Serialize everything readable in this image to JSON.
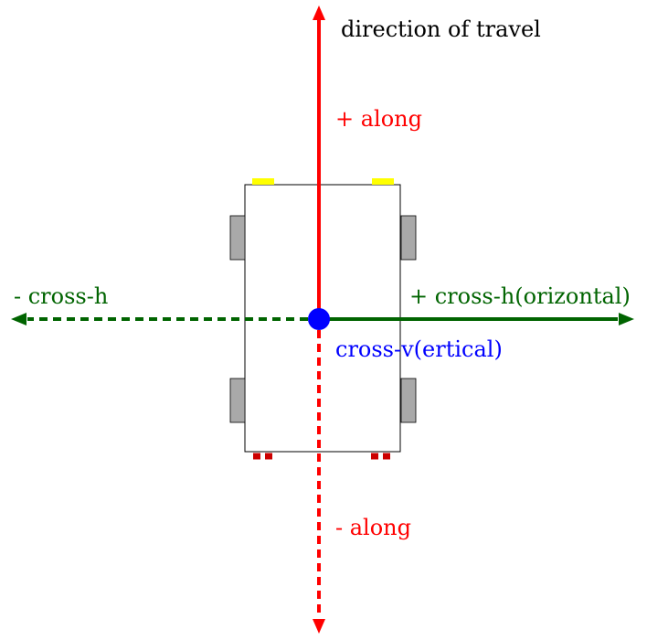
{
  "labels": {
    "direction": "direction of travel",
    "plus_along": "+ along",
    "minus_along": "- along",
    "minus_cross_h": "- cross-h",
    "plus_cross_h": "+ cross-h(orizontal)",
    "cross_v": "cross-v(ertical)"
  },
  "colors": {
    "along": "#ff0000",
    "cross_h": "#006400",
    "cross_v": "#0000ff",
    "text_default": "#000000",
    "car_body_stroke": "#000000",
    "car_body_fill": "#ffffff",
    "wheels": "#a9a9a9",
    "headlights": "#ffff00",
    "taillights": "#cc0000"
  }
}
